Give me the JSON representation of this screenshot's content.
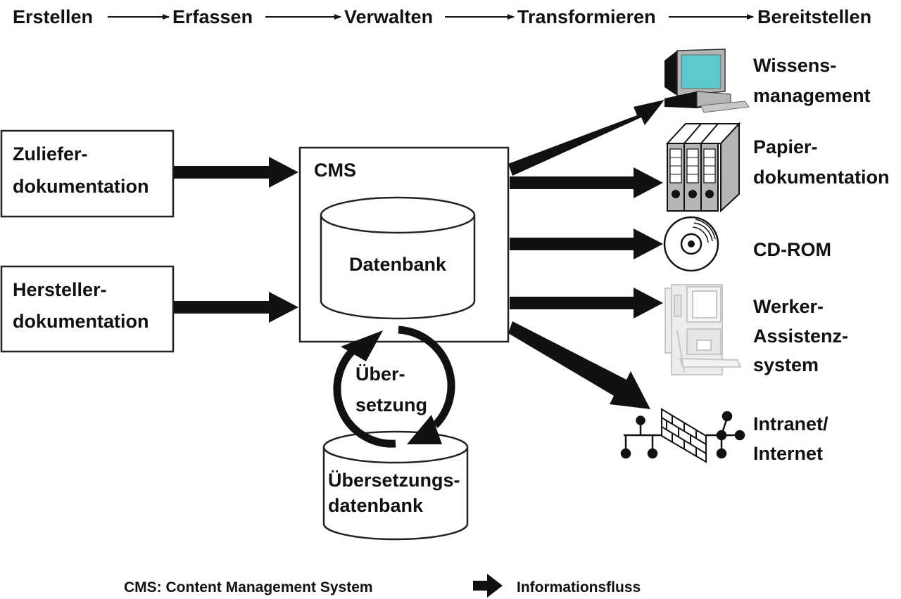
{
  "process_steps": [
    "Erstellen",
    "Erfassen",
    "Verwalten",
    "Transformieren",
    "Bereitstellen"
  ],
  "sources": [
    {
      "line1": "Zuliefer-",
      "line2": "dokumentation"
    },
    {
      "line1": "Hersteller-",
      "line2": "dokumentation"
    }
  ],
  "cms": {
    "title": "CMS",
    "database_label": "Datenbank"
  },
  "translation": {
    "cycle_line1": "Über-",
    "cycle_line2": "setzung",
    "db_line1": "Übersetzungs-",
    "db_line2": "datenbank"
  },
  "outputs": [
    {
      "icon": "computer-icon",
      "lines": [
        "Wissens-",
        "management"
      ]
    },
    {
      "icon": "binders-icon",
      "lines": [
        "Papier-",
        "dokumentation"
      ]
    },
    {
      "icon": "cd-rom-icon",
      "lines": [
        "CD-ROM"
      ]
    },
    {
      "icon": "worker-terminal-icon",
      "lines": [
        "Werker-",
        "Assistenz-",
        "system"
      ]
    },
    {
      "icon": "network-firewall-icon",
      "lines": [
        "Intranet/",
        "Internet"
      ]
    }
  ],
  "legend": {
    "abbreviation": "CMS: Content Management System",
    "arrow_meaning": "Informationsfluss"
  },
  "colors": {
    "ink": "#111111",
    "screen": "#5cc8d0",
    "device_gray": "#b5b5b5",
    "faded_gray": "#d6d6d6"
  }
}
